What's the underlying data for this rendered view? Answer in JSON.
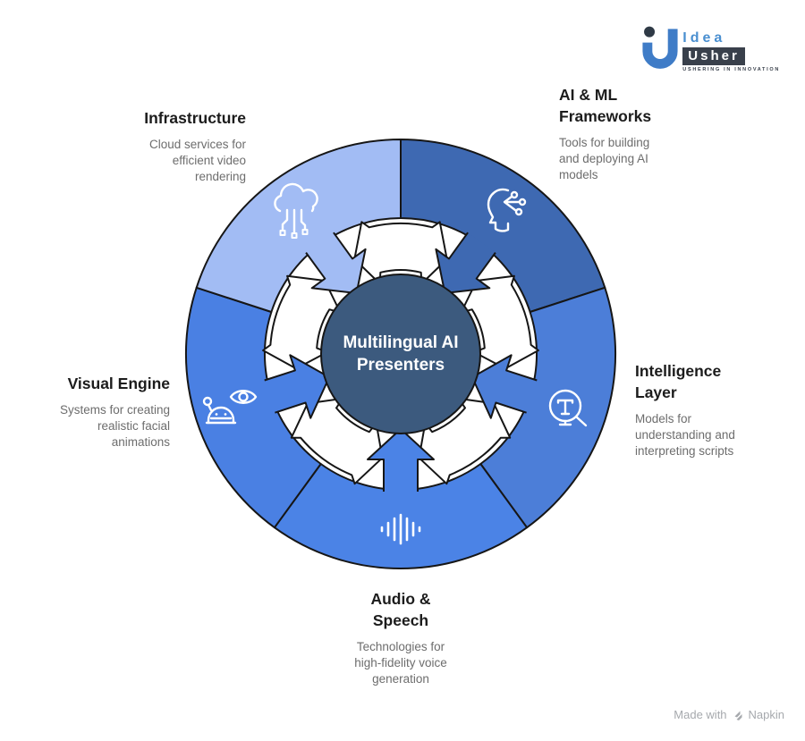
{
  "page": {
    "background": "#ffffff"
  },
  "logo": {
    "brand_top": "Idea",
    "brand_bottom": "Usher",
    "tagline": "USHERING IN INNOVATION"
  },
  "center": {
    "title": "Multilingual AI Presenters",
    "fill": "#3c5a7e",
    "text_color": "#ffffff"
  },
  "diagram": {
    "outline_color": "#161616",
    "arrow_fill": "#ffffff",
    "segments": [
      {
        "id": "ai-ml-frameworks",
        "label": "AI & ML\nFrameworks",
        "description": "Tools for building\nand deploying AI\nmodels",
        "color": "#3e69b2",
        "icon": "ai-head-network-icon"
      },
      {
        "id": "intelligence-layer",
        "label": "Intelligence\nLayer",
        "description": "Models for\nunderstanding and\ninterpreting scripts",
        "color": "#4c7ed8",
        "icon": "text-search-icon"
      },
      {
        "id": "audio-speech",
        "label": "Audio &\nSpeech",
        "description": "Technologies for\nhigh-fidelity voice\ngeneration",
        "color": "#4b83e6",
        "icon": "waveform-icon"
      },
      {
        "id": "visual-engine",
        "label": "Visual Engine",
        "description": "Systems for creating\nrealistic facial\nanimations",
        "color": "#4a80e3",
        "icon": "eye-robot-icon"
      },
      {
        "id": "infrastructure",
        "label": "Infrastructure",
        "description": "Cloud services for\nefficient video\nrendering",
        "color": "#a2bcf4",
        "icon": "cloud-circuit-icon"
      }
    ]
  },
  "footer": {
    "made_with": "Made with",
    "brand": "Napkin"
  }
}
